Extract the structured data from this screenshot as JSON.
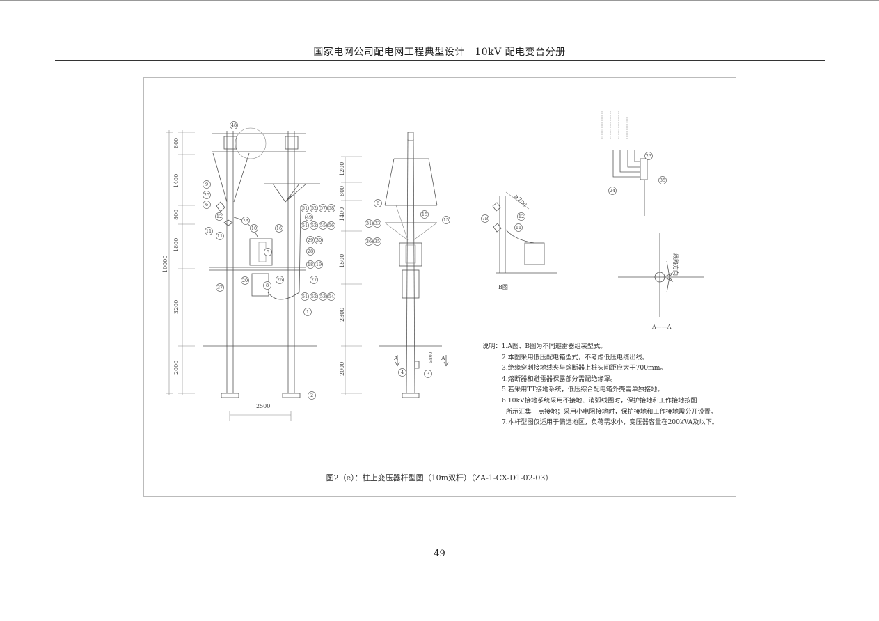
{
  "header": {
    "title": "国家电网公司配电网工程典型设计　10kV 配电变台分册"
  },
  "page_number": "49",
  "caption": "图2（e）：柱上变压器杆型图（10m双杆）（ZA-1-CX-D1-02-03）",
  "notes": {
    "label": "说明：",
    "items": [
      "1.A图、B图为不同避雷器组装型式。",
      "2.本图采用低压配电箱型式，不考虑低压电缆出线。",
      "3.绝缘穿刺接地线夹与熔断器上桩头间距应大于700mm。",
      "4.熔断器和避雷器裸露部分需配绝缘罩。",
      "5.若采用TT接地系统，低压综合配电箱外壳需单独接地。",
      "6.10kV接地系统采用不接地、消弧线圈时，保护接地和工作接地按图",
      "所示汇集一点接地；采用小电阻接地时，保护接地和工作接地需分开设置。",
      "7.本杆型图仅适用于偏远地区，负荷需求小，变压器容量在200kVA及以下。"
    ]
  },
  "drawing": {
    "dims_left": [
      "800",
      "1400",
      "800",
      "1800",
      "3200",
      "2000"
    ],
    "dim_total": "10000",
    "dims_mid": [
      "1200",
      "800",
      "1400",
      "1500",
      "2300",
      "2000"
    ],
    "dim_span": "2500",
    "dim_700": "≥700",
    "dim_depth": "≥800",
    "b_view_label": "B图",
    "section_label": "A——A",
    "section_mark": "A",
    "line_direction": "线路方向",
    "callouts_left": [
      "48",
      "9",
      "25",
      "6",
      "12",
      "7A",
      "11",
      "11",
      "10",
      "16",
      "5",
      "51",
      "52",
      "57",
      "58",
      "49",
      "51",
      "52",
      "55",
      "56",
      "29",
      "30",
      "28",
      "18",
      "19",
      "27",
      "26",
      "20",
      "37",
      "8",
      "51",
      "52",
      "53",
      "54",
      "1",
      "2"
    ],
    "callouts_mid": [
      "6",
      "15",
      "15",
      "31",
      "33",
      "36",
      "35",
      "4",
      "3"
    ],
    "callouts_b": [
      "7B",
      "12",
      "11"
    ],
    "callouts_right": [
      "23",
      "35",
      "24"
    ]
  }
}
